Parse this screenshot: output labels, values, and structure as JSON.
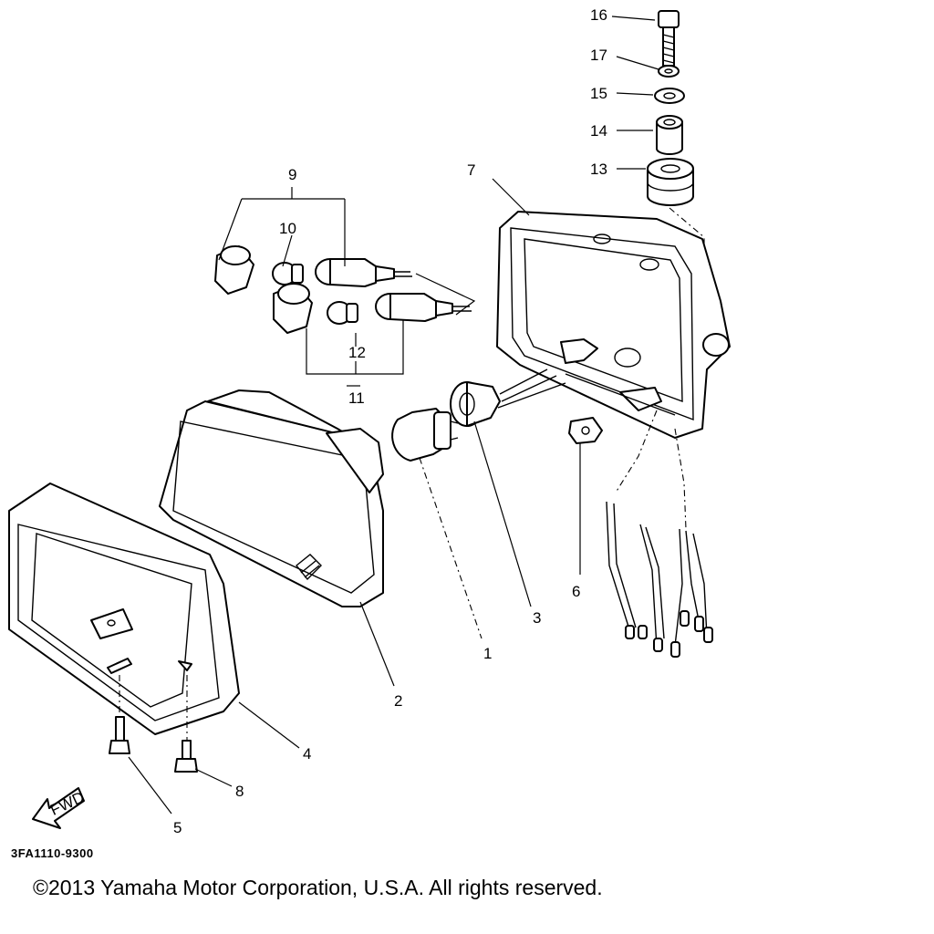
{
  "diagram": {
    "callouts": [
      "1",
      "2",
      "3",
      "4",
      "5",
      "6",
      "7",
      "8",
      "9",
      "10",
      "11",
      "12",
      "13",
      "14",
      "15",
      "16",
      "17"
    ],
    "fwd_label": "FWD",
    "drawing_code": "3FA1110-9300"
  },
  "footer": {
    "copyright": "©2013 Yamaha Motor Corporation, U.S.A. All rights reserved."
  }
}
